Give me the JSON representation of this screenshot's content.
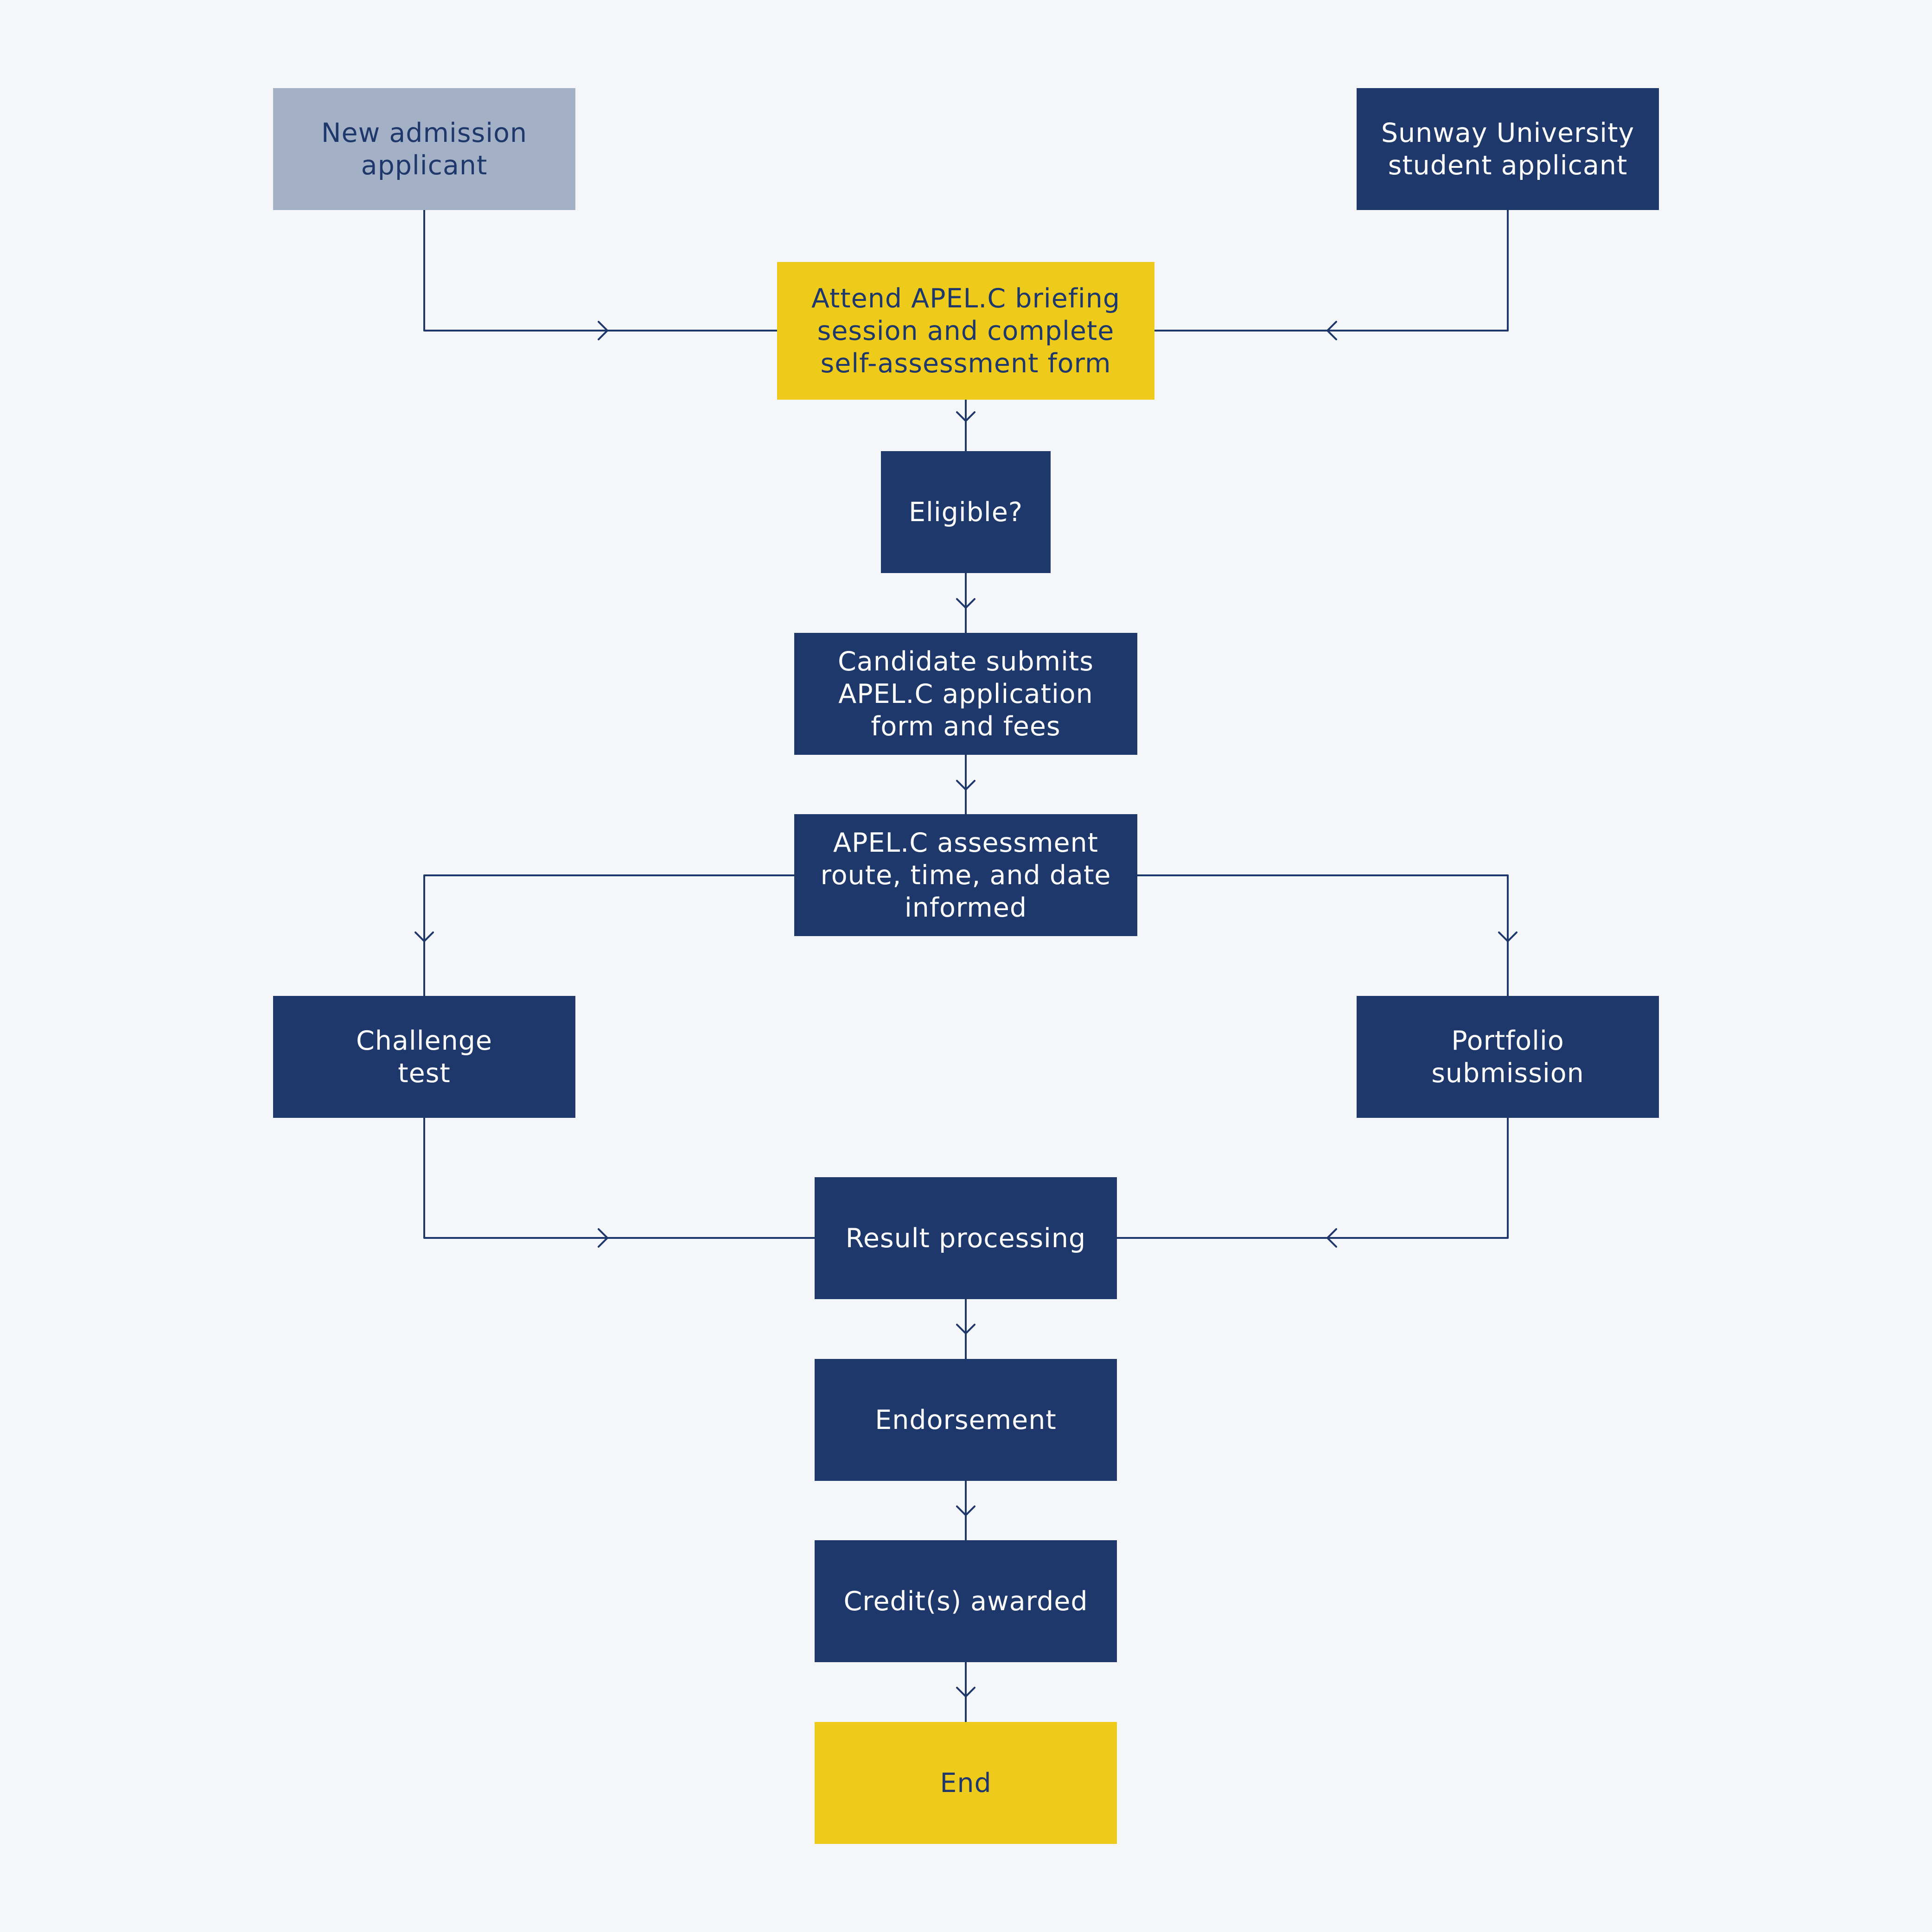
{
  "diagram": {
    "type": "flowchart",
    "colors": {
      "background": "#f4f6fa",
      "navy": "#1f386b",
      "yellow": "#eecb1b",
      "grey": "#a4b0c6",
      "text_light": "#ffffff",
      "text_dark": "#1f386b",
      "connector": "#1f386b"
    },
    "nodes": {
      "new_admission": {
        "label": "New admission\napplicant",
        "style": "grey"
      },
      "sunway_student": {
        "label": "Sunway University\nstudent applicant",
        "style": "navy"
      },
      "attend_briefing": {
        "label": "Attend APEL.C briefing\nsession and complete\nself-assessment form",
        "style": "yellow"
      },
      "eligible": {
        "label": "Eligible?",
        "style": "navy"
      },
      "submit_application": {
        "label": "Candidate submits\nAPEL.C application\nform and fees",
        "style": "navy"
      },
      "assessment_route": {
        "label": "APEL.C assessment\nroute, time, and date\ninformed",
        "style": "navy"
      },
      "challenge_test": {
        "label": "Challenge\ntest",
        "style": "navy"
      },
      "portfolio_submission": {
        "label": "Portfolio\nsubmission",
        "style": "navy"
      },
      "result_processing": {
        "label": "Result processing",
        "style": "navy"
      },
      "endorsement": {
        "label": "Endorsement",
        "style": "navy"
      },
      "credits_awarded": {
        "label": "Credit(s) awarded",
        "style": "navy"
      },
      "end": {
        "label": "End",
        "style": "yellow"
      }
    },
    "edges": [
      {
        "from": "new_admission",
        "to": "attend_briefing"
      },
      {
        "from": "sunway_student",
        "to": "attend_briefing"
      },
      {
        "from": "attend_briefing",
        "to": "eligible"
      },
      {
        "from": "eligible",
        "to": "submit_application"
      },
      {
        "from": "submit_application",
        "to": "assessment_route"
      },
      {
        "from": "assessment_route",
        "to": "challenge_test"
      },
      {
        "from": "assessment_route",
        "to": "portfolio_submission"
      },
      {
        "from": "challenge_test",
        "to": "result_processing"
      },
      {
        "from": "portfolio_submission",
        "to": "result_processing"
      },
      {
        "from": "result_processing",
        "to": "endorsement"
      },
      {
        "from": "endorsement",
        "to": "credits_awarded"
      },
      {
        "from": "credits_awarded",
        "to": "end"
      }
    ]
  }
}
